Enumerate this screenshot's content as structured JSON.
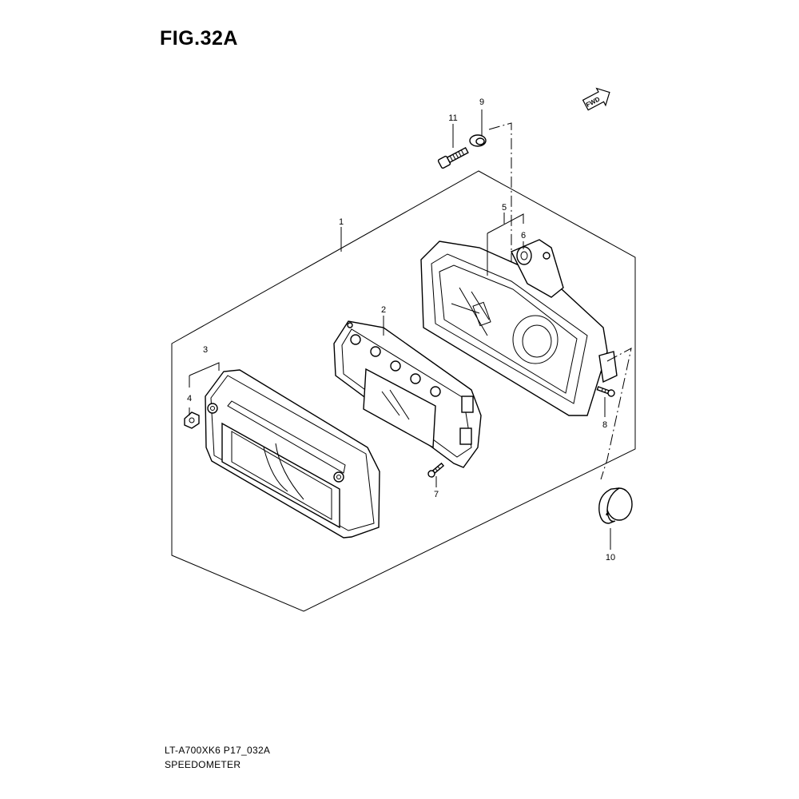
{
  "figure": {
    "title": "FIG.32A",
    "code": "LT-A700XK6 P17_032A",
    "name": "SPEEDOMETER",
    "fwd_label": "FWD"
  },
  "callouts": [
    {
      "id": "1",
      "label": "1"
    },
    {
      "id": "2",
      "label": "2"
    },
    {
      "id": "3",
      "label": "3"
    },
    {
      "id": "4",
      "label": "4"
    },
    {
      "id": "5",
      "label": "5"
    },
    {
      "id": "6",
      "label": "6"
    },
    {
      "id": "7",
      "label": "7"
    },
    {
      "id": "8",
      "label": "8"
    },
    {
      "id": "9",
      "label": "9"
    },
    {
      "id": "10",
      "label": "10"
    },
    {
      "id": "11",
      "label": "11"
    }
  ],
  "parts": [
    {
      "ref": "1",
      "icon": "speedometer-assembly-icon"
    },
    {
      "ref": "2",
      "icon": "meter-unit-icon"
    },
    {
      "ref": "3",
      "icon": "front-cover-icon"
    },
    {
      "ref": "4",
      "icon": "screw-icon"
    },
    {
      "ref": "5",
      "icon": "rear-case-icon"
    },
    {
      "ref": "6",
      "icon": "grommet-icon"
    },
    {
      "ref": "7",
      "icon": "screw-icon"
    },
    {
      "ref": "8",
      "icon": "screw-icon"
    },
    {
      "ref": "9",
      "icon": "washer-icon"
    },
    {
      "ref": "10",
      "icon": "cushion-icon"
    },
    {
      "ref": "11",
      "icon": "bolt-icon"
    }
  ]
}
